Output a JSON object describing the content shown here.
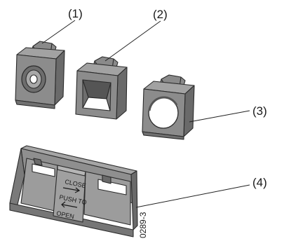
{
  "callouts": {
    "part1": "(1)",
    "part2": "(2)",
    "part3": "(3)",
    "part4": "(4)"
  },
  "holder_labels": {
    "close": "CLOSE",
    "push_to": "PUSH TO",
    "open": "OPEN"
  },
  "figure_id": "0289-3",
  "colors": {
    "body_light": "#9a9a9a",
    "body_mid": "#808080",
    "body_dark": "#5e5e5e",
    "body_face": "#8c8c8c",
    "outline": "#2a2a2a",
    "recess": "#4a4a4a"
  }
}
